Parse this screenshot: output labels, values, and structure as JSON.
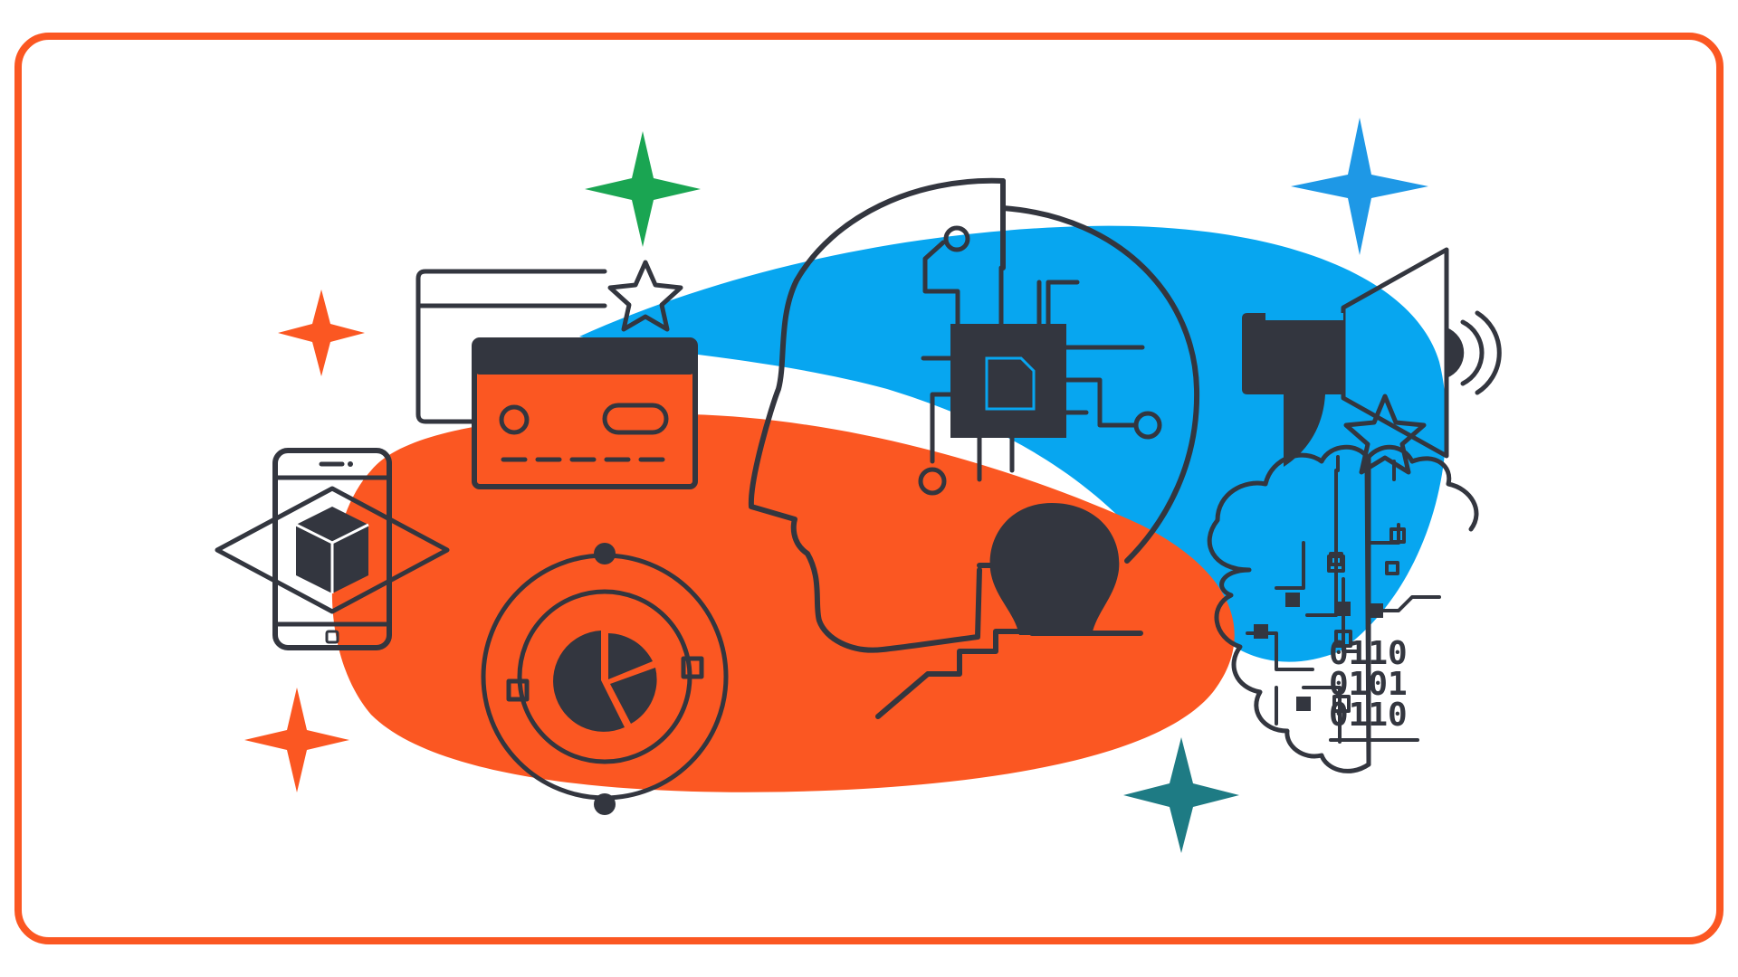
{
  "colors": {
    "frame": "#fb5722",
    "blob_orange": "#fb5722",
    "blob_blue": "#07a6f0",
    "ink": "#33363f",
    "chip_accent": "#07a6f0",
    "sparkle_green": "#1aa552",
    "sparkle_blue": "#1e98e6",
    "sparkle_orange": "#fb5722",
    "sparkle_teal": "#1e7b84"
  },
  "icons": [
    "browser-window-icon",
    "star-icon",
    "credit-card-icon",
    "smartphone-ar-icon",
    "pie-chart-orbit-icon",
    "ai-head-icon",
    "microchip-icon",
    "lightbulb-icon",
    "megaphone-icon",
    "brain-circuit-icon",
    "sparkle-icon"
  ],
  "binary": {
    "line1": "0110",
    "line2": "0101",
    "line3": "0110"
  }
}
